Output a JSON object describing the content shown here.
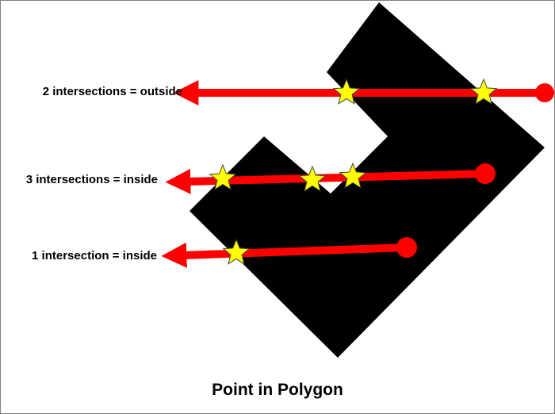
{
  "title": "Point in Polygon",
  "colors": {
    "polygon": "#000000",
    "ray": "#ff0000",
    "star_fill": "#ffff00",
    "star_stroke": "#404040",
    "background": "#ffffff"
  },
  "rays": [
    {
      "label": "2 intersections = outside",
      "intersections": 2,
      "result": "outside"
    },
    {
      "label": "3 intersections = inside",
      "intersections": 3,
      "result": "inside"
    },
    {
      "label": "1 intersection = inside",
      "intersections": 1,
      "result": "inside"
    }
  ]
}
